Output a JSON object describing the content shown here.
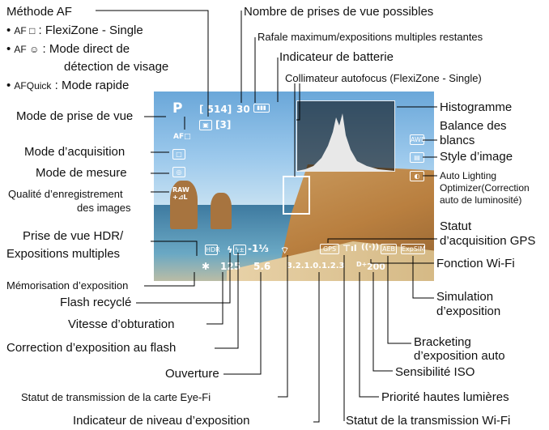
{
  "left_top": {
    "methode_af": "Méthode AF",
    "bullets": [
      {
        "icon": "AF □",
        "text": ": FlexiZone - Single"
      },
      {
        "icon": "AF ☺",
        "text": ": Mode direct de"
      },
      {
        "icon": "",
        "text": "détection de visage"
      },
      {
        "icon": "AFQuick",
        "text": ": Mode rapide"
      }
    ]
  },
  "left_labels": {
    "mode_prise": "Mode de prise de vue",
    "mode_acquisition": "Mode d’acquisition",
    "mode_mesure": "Mode de mesure",
    "qualite_1": "Qualité d’enregistrement",
    "qualite_2": "des images",
    "hdr_1": "Prise de vue HDR/",
    "hdr_2": "Expositions multiples",
    "memo": "Mémorisation d’exposition"
  },
  "top_labels": {
    "nombre_prises": "Nombre de prises de vue possibles",
    "rafale": "Rafale maximum/expositions multiples restantes",
    "batterie": "Indicateur de batterie",
    "collimateur": "Collimateur autofocus (FlexiZone - Single)"
  },
  "right_labels": {
    "histogramme": "Histogramme",
    "balance_1": "Balance des",
    "balance_2": "blancs",
    "style": "Style d’image",
    "alo_1": "Auto Lighting",
    "alo_2": "Optimizer(Correction",
    "alo_3": "auto de luminosité)",
    "gps_1": "Statut",
    "gps_2": "d’acquisition GPS",
    "wifi": "Fonction Wi-Fi",
    "simu_1": "Simulation",
    "simu_2": "d’exposition"
  },
  "bottom_labels": {
    "flash_recycle": "Flash recyclé",
    "vitesse": "Vitesse d’obturation",
    "correction_flash": "Correction d’exposition au flash",
    "ouverture": "Ouverture",
    "eyefi": "Statut de transmission de la carte Eye-Fi",
    "niveau": "Indicateur de niveau d’exposition",
    "bracketing_1": "Bracketing",
    "bracketing_2": "d’exposition auto",
    "iso": "Sensibilité ISO",
    "priorite": "Priorité hautes lumières",
    "transmission_wifi": "Statut de la transmission Wi-Fi"
  },
  "overlay": {
    "mode": "P",
    "shots": "[ 514]",
    "burst": "30",
    "multi": "[3]",
    "af_icon": "AF□",
    "raw_1": "RAW",
    "raw_2": "+⊿L",
    "flash_comp": "-1⅓",
    "shutter": "125",
    "aperture": "5.6",
    "scale": "3.2.1.0.1.2.3",
    "iso": "200",
    "gps": "GPS",
    "aeb": "AEB",
    "expsim": "ExpSIM",
    "awb": "AWB"
  }
}
